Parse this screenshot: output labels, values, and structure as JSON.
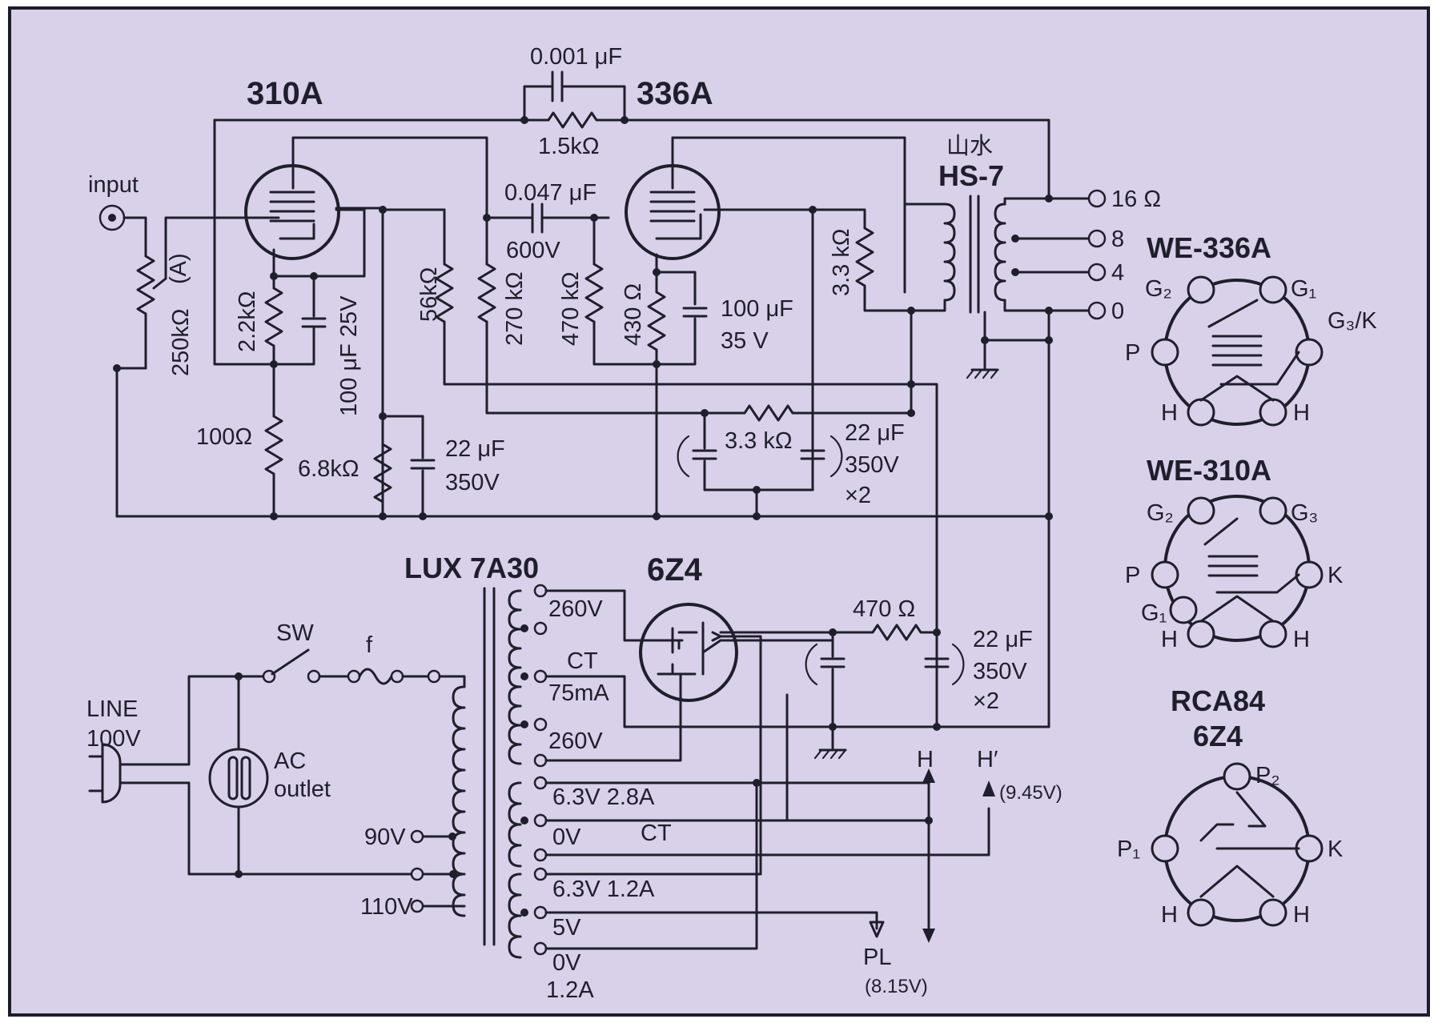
{
  "tubes": {
    "v1": "310A",
    "v2": "336A",
    "rect": "6Z4"
  },
  "coupling": {
    "cap_fb": "0.001 μF",
    "res_fb": "1.5kΩ",
    "cap_c": "0.047 μF",
    "volt": "600V"
  },
  "input": {
    "label": "input",
    "pot": "250kΩ",
    "pot_tag": "(A)"
  },
  "stage1": {
    "rk": "2.2kΩ",
    "ck": "100 μF 25V",
    "r100": "100Ω",
    "r56": "56kΩ",
    "r68": "6.8kΩ",
    "c22v": "22 μF",
    "c22v2": "350V",
    "r270": "270 kΩ"
  },
  "stage2": {
    "r470": "470 kΩ",
    "r430": "430 Ω",
    "ck1": "100 μF",
    "ck2": "35 V",
    "r33": "3.3 kΩ"
  },
  "filter": {
    "r33k": "3.3 kΩ",
    "c1": "22 μF",
    "c2": "350V",
    "c3": "×2"
  },
  "output_tx": {
    "maker": "山水",
    "model": "HS-7",
    "taps": [
      "16 Ω",
      "8",
      "4",
      "0"
    ]
  },
  "power_tx": {
    "model": "LUX 7A30",
    "taps_hv": [
      "260V",
      "CT",
      "75mA",
      "260V"
    ],
    "heater1": [
      "6.3V  2.8A",
      "0V",
      "CT"
    ],
    "heater2": [
      "6.3V  1.2A",
      "5V",
      "0V",
      "1.2A"
    ],
    "primary": [
      "90V",
      "110V"
    ]
  },
  "psu": {
    "r470": "470 Ω",
    "c1": "22 μF",
    "c2": "350V",
    "c3": "×2"
  },
  "mains": {
    "line1": "LINE",
    "line2": "100V",
    "sw": "SW",
    "fuse": "f",
    "outlet1": "AC",
    "outlet2": "outlet"
  },
  "heaters": {
    "h": "H",
    "hp": "H′",
    "hp_v": "(9.45V)",
    "pl": "PL",
    "pl_v": "(8.15V)"
  },
  "pinouts": {
    "we336": {
      "title": "WE-336A",
      "pins": [
        "G₂",
        "G₁",
        "G₃/K",
        "P",
        "H",
        "H"
      ]
    },
    "we310": {
      "title": "WE-310A",
      "pins": [
        "G₂",
        "G₃",
        "P",
        "K",
        "G₁",
        "H",
        "H"
      ]
    },
    "rca84": {
      "title1": "RCA84",
      "title2": "6Z4",
      "pins": [
        "P₂",
        "P₁",
        "K",
        "H",
        "H"
      ]
    }
  }
}
